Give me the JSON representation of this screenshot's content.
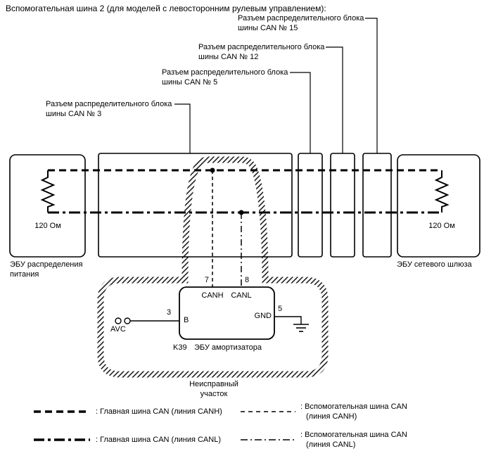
{
  "title": "Вспомогательная шина 2 (для моделей с левосторонним рулевым управлением):",
  "connectors": {
    "no15": "Разъем распределительного блока\nшины CAN № 15",
    "no12": "Разъем распределительного блока\nшины CAN № 12",
    "no5": "Разъем распределительного блока\nшины CAN № 5",
    "no3": "Разъем распределительного блока\nшины CAN № 3"
  },
  "terminators": {
    "left": "120 Ом",
    "right": "120 Ом"
  },
  "ecus": {
    "left": "ЭБУ распределения\nпитания",
    "right": "ЭБУ сетевого шлюза",
    "absorber_code": "K39",
    "absorber_name": "ЭБУ амортизатора"
  },
  "pins": {
    "p7": "7",
    "p8": "8",
    "p3": "3",
    "p5": "5",
    "canh": "CANH",
    "canl": "CANL",
    "b": "B",
    "gnd": "GND"
  },
  "avc": "AVC",
  "faulty_section": "Неисправный\nучасток",
  "legend": {
    "main_canh": ": Главная шина CAN (линия CANH)",
    "main_canl": ": Главная шина CAN (линия CANL)",
    "aux_canh_1": ": Вспомогательная шина CAN",
    "aux_canh_2": "(линия CANH)",
    "aux_canl_1": ": Вспомогательная шина CAN",
    "aux_canl_2": "(линия CANL)"
  },
  "colors": {
    "ink": "#000000",
    "background": "#ffffff"
  }
}
